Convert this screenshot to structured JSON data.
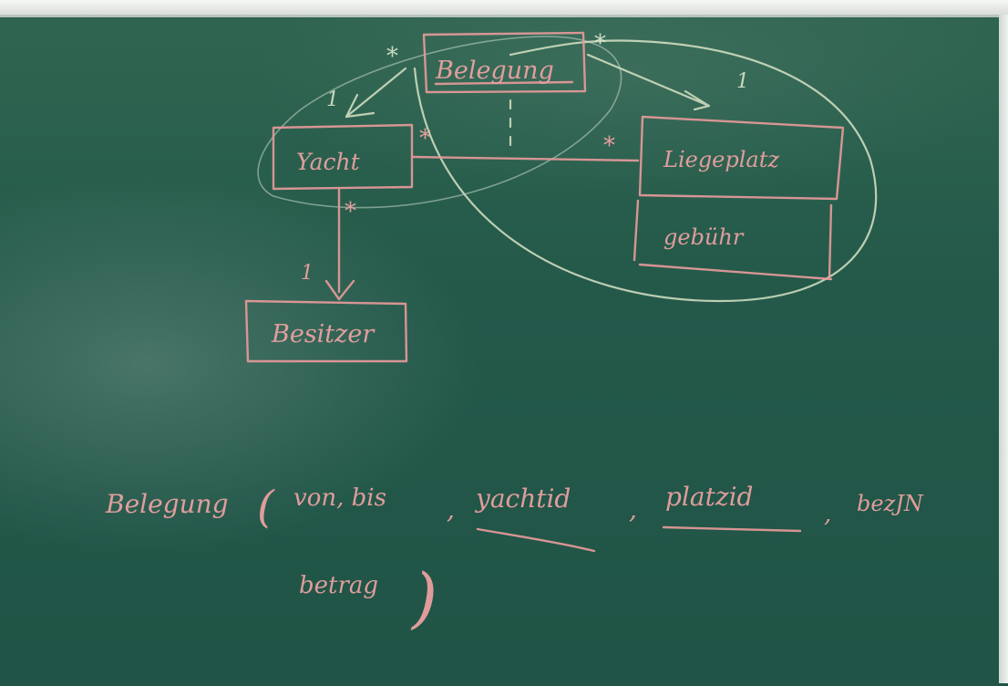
{
  "diagram": {
    "entities": {
      "belegung": "Belegung",
      "yacht": "Yacht",
      "liegeplatz": "Liegeplatz",
      "gebuehr": "gebühr",
      "besitzer": "Besitzer"
    },
    "multiplicities": {
      "belegung_yacht_top": "*",
      "belegung_liegeplatz_top": "*",
      "yacht_to_belegung": "1",
      "liegeplatz_to_belegung": "1",
      "yacht_side": "*",
      "liegeplatz_side": "*",
      "yacht_besitzer_top": "*",
      "besitzer_end": "1"
    }
  },
  "formula": {
    "relation": "Belegung",
    "open_paren": "(",
    "attrs": "von, bis",
    "comma1": ",",
    "key1": "yachtid",
    "comma2": ",",
    "key2": "platzid",
    "comma3": ",",
    "attr_last": "bezJN",
    "line2": "betrag",
    "close_paren": ")"
  },
  "colors": {
    "board": "#24594a",
    "chalk_pink": "#e59a9a",
    "chalk_light": "#d7e3c4"
  }
}
